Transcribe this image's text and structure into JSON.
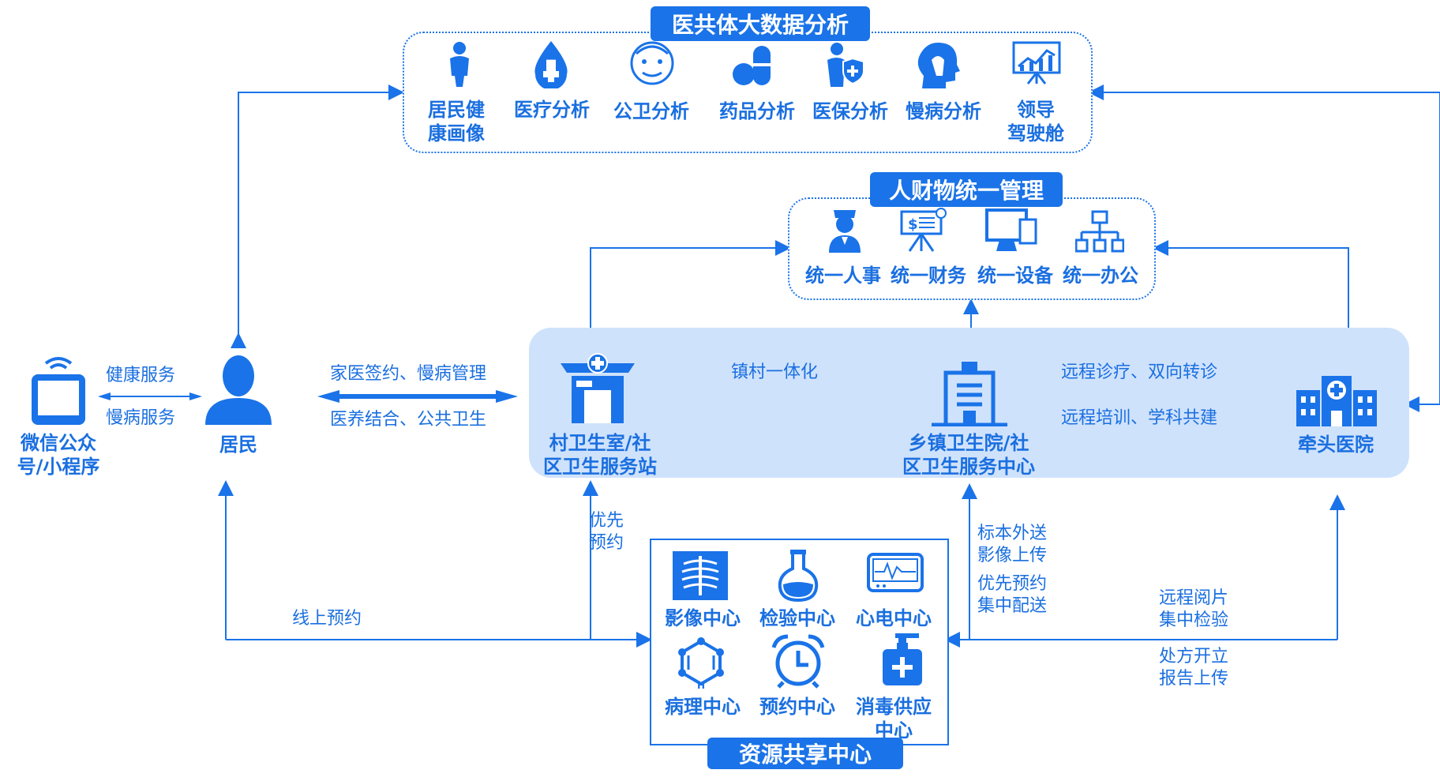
{
  "colors": {
    "primary": "#1a73e8",
    "band": "#cfe2fc"
  },
  "big_data": {
    "title": "医共体大数据分析",
    "items": [
      {
        "label": "居民健\n康画像",
        "icon": "person-icon"
      },
      {
        "label": "医疗分析",
        "icon": "drop-plus-icon"
      },
      {
        "label": "公卫分析",
        "icon": "elder-face-icon"
      },
      {
        "label": "药品分析",
        "icon": "pills-icon"
      },
      {
        "label": "医保分析",
        "icon": "insurance-person-icon"
      },
      {
        "label": "慢病分析",
        "icon": "head-profile-icon"
      },
      {
        "label": "领导\n驾驶舱",
        "icon": "dashboard-icon"
      }
    ]
  },
  "management": {
    "title": "人财物统一管理",
    "items": [
      {
        "label": "统一人事",
        "icon": "nurse-icon"
      },
      {
        "label": "统一财务",
        "icon": "finance-board-icon"
      },
      {
        "label": "统一设备",
        "icon": "computer-icon"
      },
      {
        "label": "统一办公",
        "icon": "org-chart-icon"
      }
    ]
  },
  "nodes": {
    "wechat": "微信公众\n号/小程序",
    "resident": "居民",
    "village": "村卫生室/社\n区卫生服务站",
    "town": "乡镇卫生院/社\n区卫生服务中心",
    "hospital": "牵头医院"
  },
  "edges": {
    "health_service": "健康服务",
    "chronic_service": "慢病服务",
    "family_doctor": "家医签约、慢病管理",
    "medical_care": "医养结合、公共卫生",
    "town_village": "镇村一体化",
    "remote_diagnosis": "远程诊疗、双向转诊",
    "remote_training": "远程培训、学科共建",
    "priority": "优先\n预约",
    "online_booking": "线上预约",
    "specimen": "标本外送\n影像上传",
    "priority_delivery": "优先预约\n集中配送",
    "remote_reading": "远程阅片\n集中检验",
    "prescription": "处方开立\n报告上传"
  },
  "resources": {
    "title": "资源共享中心",
    "items": [
      {
        "label": "影像中心",
        "icon": "xray-icon"
      },
      {
        "label": "检验中心",
        "icon": "flask-icon"
      },
      {
        "label": "心电中心",
        "icon": "ecg-monitor-icon"
      },
      {
        "label": "病理中心",
        "icon": "molecule-icon"
      },
      {
        "label": "预约中心",
        "icon": "alarm-clock-icon"
      },
      {
        "label": "消毒供应\n中心",
        "icon": "disinfect-bottle-icon"
      }
    ]
  }
}
